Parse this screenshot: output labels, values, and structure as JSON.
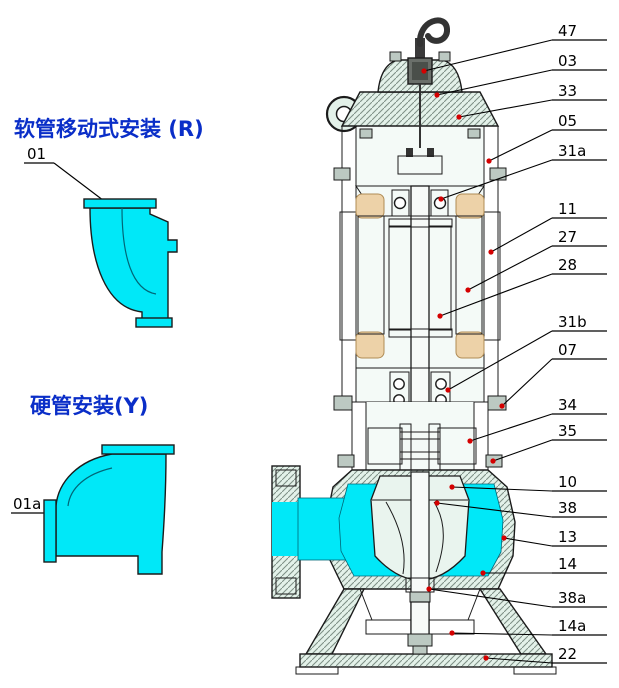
{
  "diagram": {
    "type": "submersible-pump-sectional-drawing",
    "background": "#ffffff"
  },
  "left_panel": {
    "hose_install_label": "软管移动式安装 (R)",
    "hose_part_label": "01",
    "rigid_install_label": "硬管安装(Y)",
    "rigid_part_label": "01a"
  },
  "callouts": [
    {
      "label": "47"
    },
    {
      "label": "03"
    },
    {
      "label": "33"
    },
    {
      "label": "05"
    },
    {
      "label": "31a"
    },
    {
      "label": "11"
    },
    {
      "label": "27"
    },
    {
      "label": "28"
    },
    {
      "label": "31b"
    },
    {
      "label": "07"
    },
    {
      "label": "34"
    },
    {
      "label": "35"
    },
    {
      "label": "10"
    },
    {
      "label": "38"
    },
    {
      "label": "13"
    },
    {
      "label": "14"
    },
    {
      "label": "38a"
    },
    {
      "label": "14a"
    },
    {
      "label": "22"
    }
  ],
  "colors": {
    "water_cyan": "#00e8f8",
    "label_blue": "#0a2ec8",
    "oil_yellow": "#ffe30a",
    "leader_dot_red": "#d40000",
    "housing_mint": "#e3f1e9",
    "winding_tan": "#edd2a8"
  }
}
